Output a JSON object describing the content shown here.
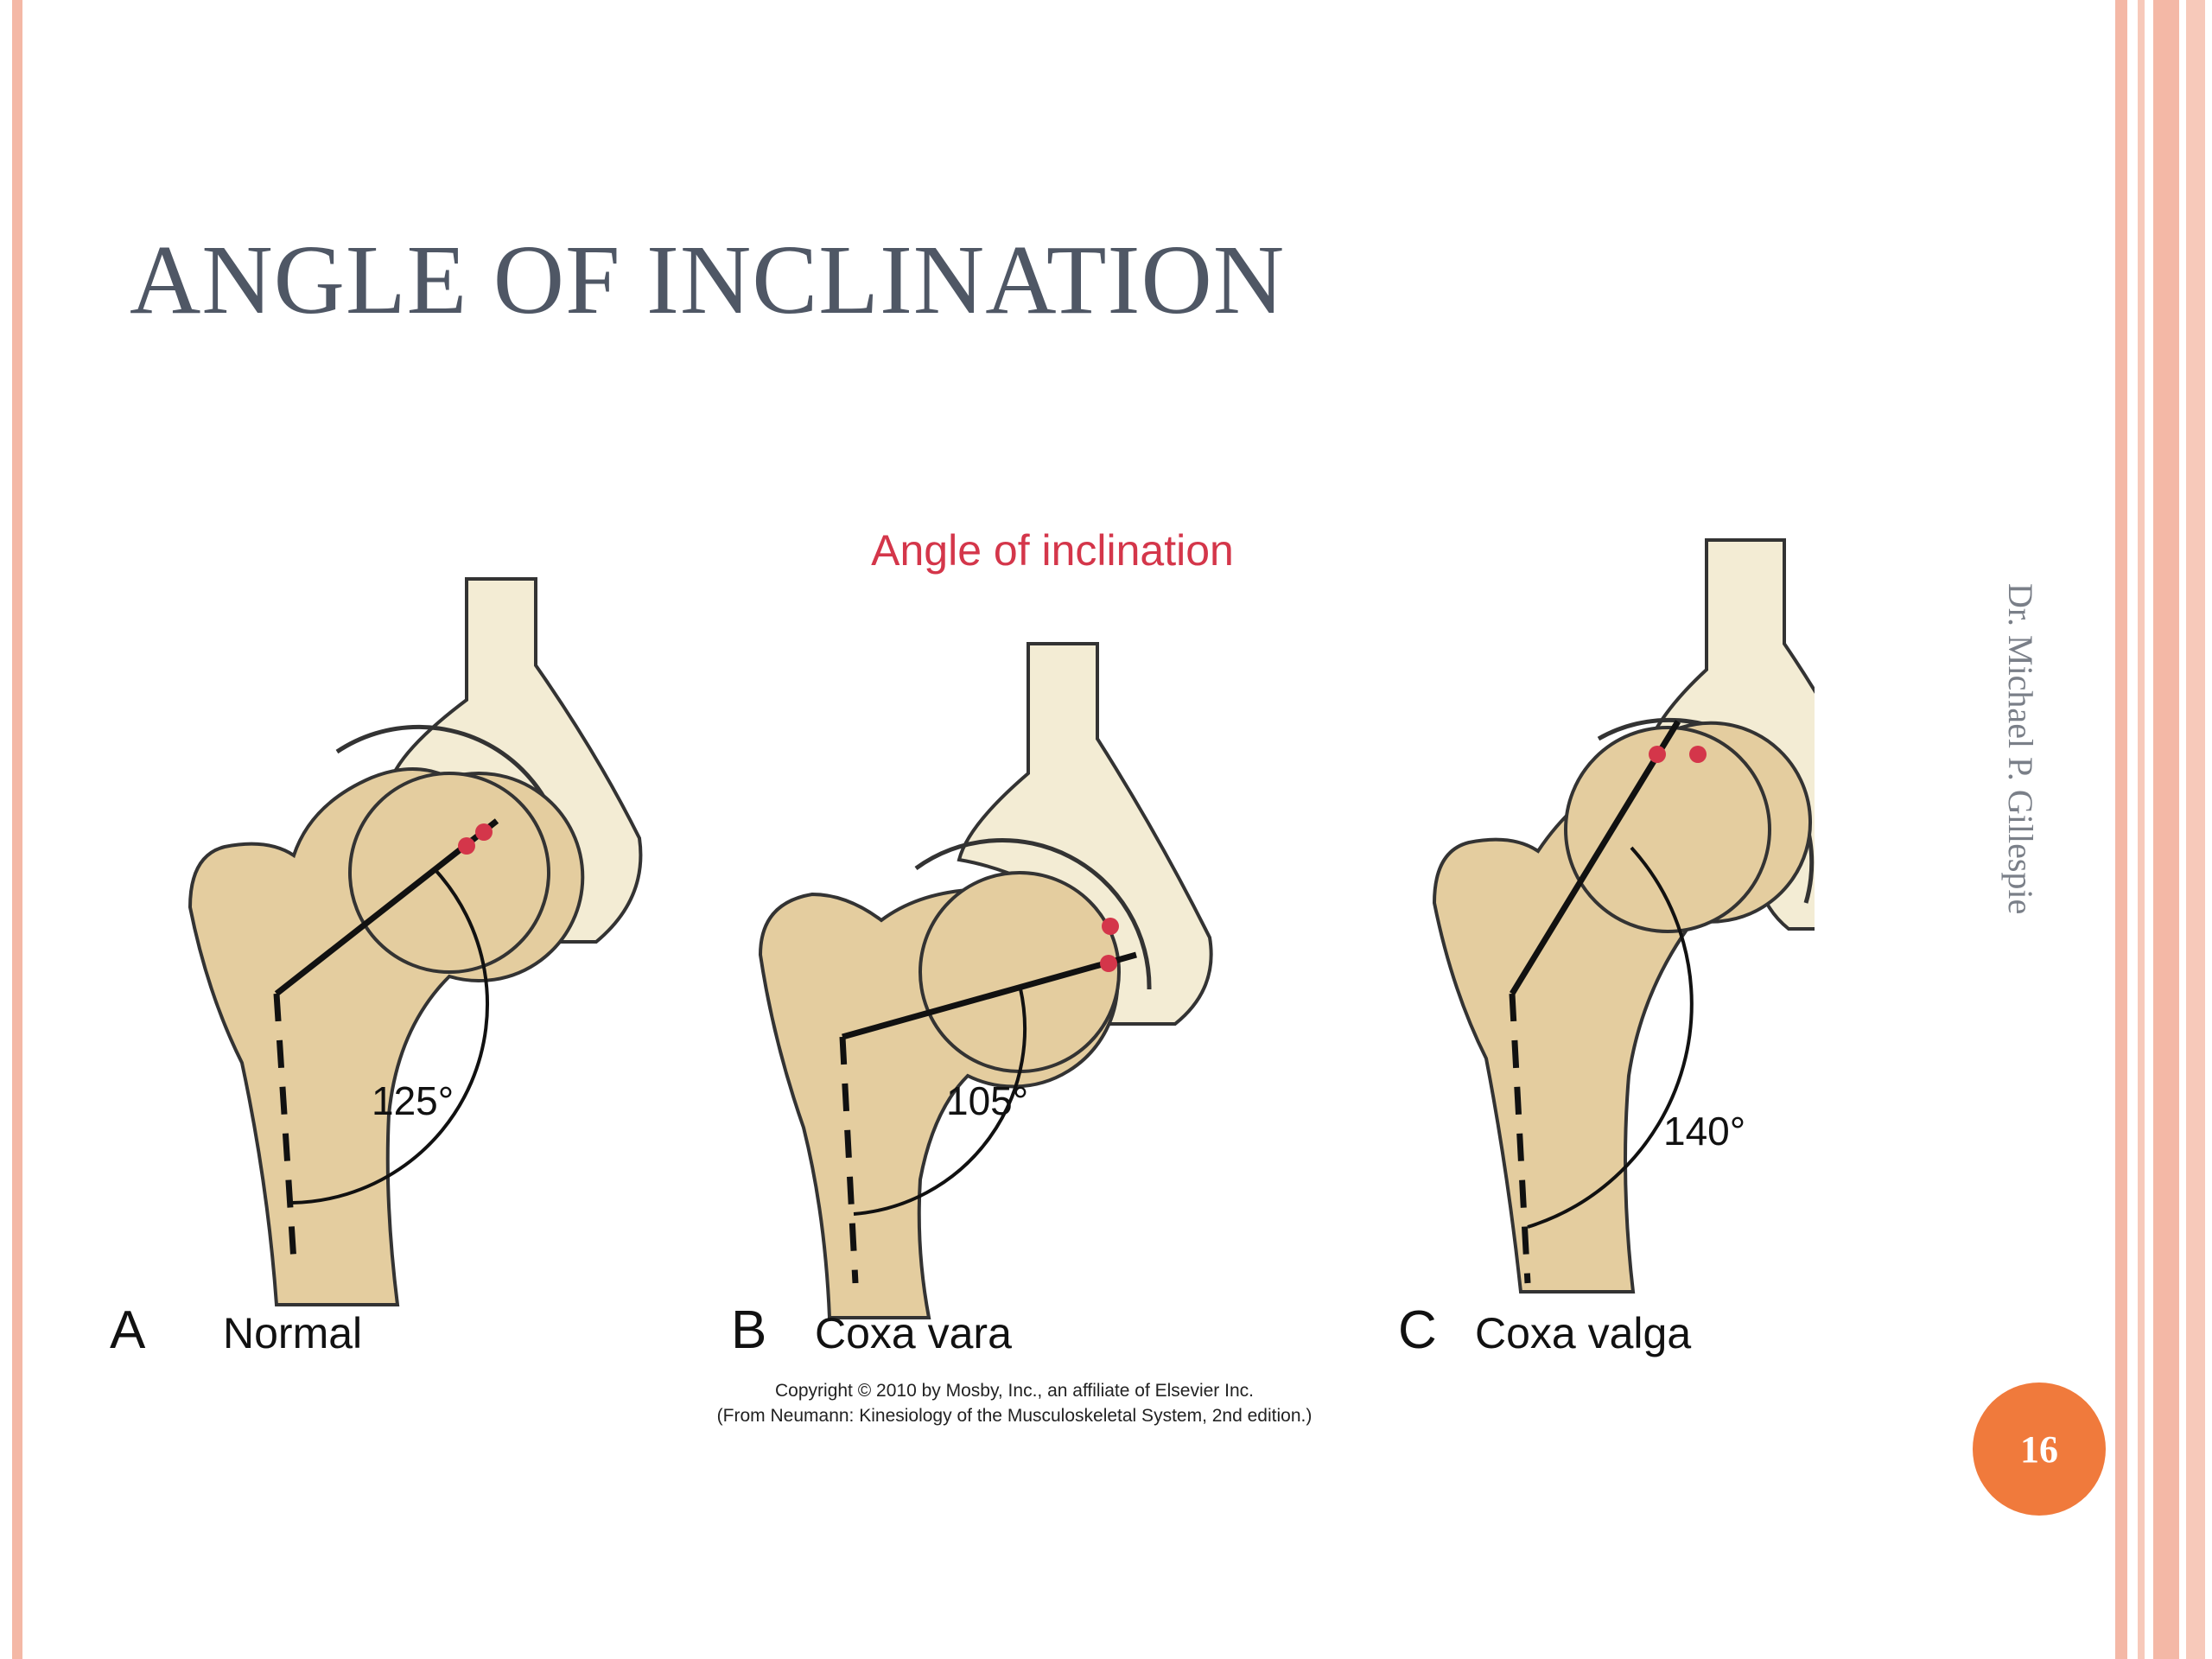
{
  "slide": {
    "title": "ANGLE OF INCLINATION",
    "author": "Dr. Michael P. Gillespie",
    "page_number": "16"
  },
  "figure": {
    "title": "Angle of inclination",
    "panels": [
      {
        "letter": "A",
        "caption": "Normal",
        "angle": "125°"
      },
      {
        "letter": "B",
        "caption": "Coxa vara",
        "angle": "105°"
      },
      {
        "letter": "C",
        "caption": "Coxa valga",
        "angle": "140°"
      }
    ],
    "copyright_line1": "Copyright © 2010 by Mosby, Inc., an affiliate of Elsevier Inc.",
    "copyright_line2": "(From Neumann: Kinesiology of the Musculoskeletal System, 2nd edition.)"
  },
  "colors": {
    "title_text": "#4f5765",
    "accent_red": "#d4364a",
    "bone_femur": "#e4cd9f",
    "bone_pelvis": "#f3ecd4",
    "badge": "#f07a3c",
    "border_stripe": "#f4b8a6"
  }
}
